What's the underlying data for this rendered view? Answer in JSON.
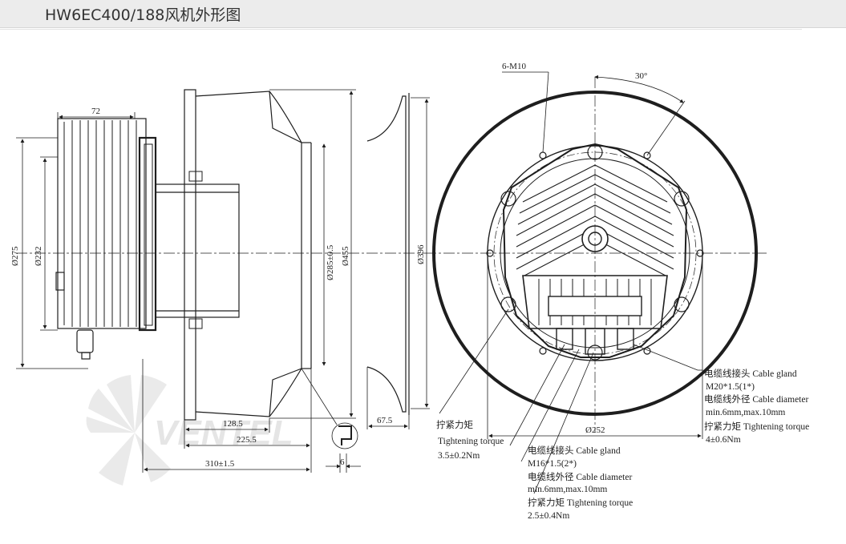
{
  "header": {
    "title": "HW6EC400/188风机外形图"
  },
  "side_view": {
    "dims": {
      "d72": "72",
      "d275": "Ø275",
      "d232": "Ø232",
      "d285": "Ø285±0.5",
      "d455": "Ø455",
      "d396": "Ø396",
      "d128": "128.5",
      "d225": "225.5",
      "d310": "310±1.5",
      "d67": "67.5",
      "d6": "6"
    }
  },
  "front_view": {
    "dims": {
      "holes": "6-M10",
      "angle": "30°",
      "d252": "Ø252"
    }
  },
  "notes": {
    "gland_large": {
      "cn": "电缆线接头",
      "en": "Cable gland",
      "spec": "M20*1.5(1*)",
      "dia_cn": "电缆线外径",
      "dia_en": "Cable diameter",
      "dia_spec": "min.6mm,max.10mm",
      "torque_cn": "拧紧力矩",
      "torque_en": "Tightening torque",
      "torque_val": "4±0.6Nm"
    },
    "screw_torque": {
      "cn": "拧紧力矩",
      "en": "Tightening torque",
      "val": "3.5±0.2Nm"
    },
    "gland_small": {
      "cn": "电缆线接头",
      "en": "Cable gland",
      "spec": "M16*1.5(2*)",
      "dia_cn": "电缆线外径",
      "dia_en": "Cable diameter",
      "dia_spec": "min.6mm,max.10mm",
      "torque_cn": "拧紧力矩",
      "torque_en": "Tightening torque",
      "torque_val": "2.5±0.4Nm"
    }
  },
  "watermark": {
    "text": "VENTEL"
  },
  "colors": {
    "line": "#1e1e1e",
    "header_bg": "#ececec",
    "watermark_blue": "#9ec3e6",
    "watermark_grey": "#d5d5d5"
  }
}
